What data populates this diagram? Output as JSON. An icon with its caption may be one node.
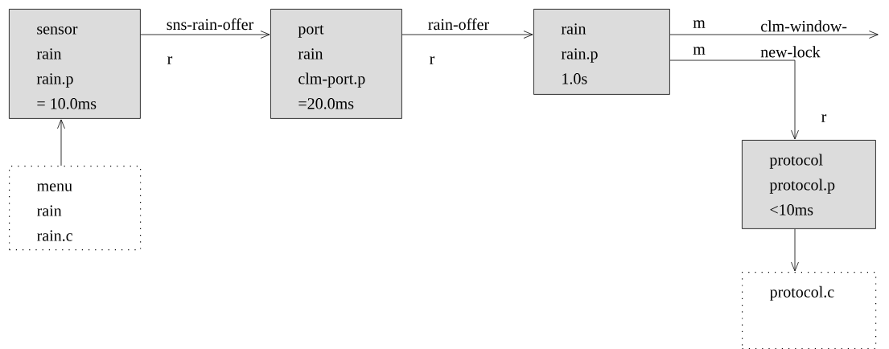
{
  "diagram": {
    "nodes": [
      {
        "text": [
          "sensor",
          "rain",
          "rain.p",
          "= 10.0ms"
        ]
      },
      {
        "text": [
          "port",
          "rain",
          "clm-port.p",
          "=20.0ms"
        ]
      },
      {
        "text": [
          "rain",
          "rain.p",
          "1.0s"
        ]
      },
      {
        "text": [
          "clm-window-new-lock"
        ]
      },
      {
        "text": [
          "protocol",
          "protocol.p",
          "<10ms"
        ]
      },
      {
        "text": [
          "menu",
          "rain",
          "rain.c"
        ]
      },
      {
        "text": [
          "protocol.c"
        ]
      }
    ],
    "edges": [
      {
        "from": 0,
        "to": 1,
        "arrow": "to",
        "label": "sns-rain-offer"
      },
      {
        "from": 1,
        "to": 2,
        "arrow": "to",
        "label": "rain-offer"
      },
      {
        "from": 2,
        "to": 3,
        "arrow": "to",
        "label": "m"
      },
      {
        "from": 2,
        "to": 4,
        "arrow": "to",
        "label": "m"
      },
      {
        "from": 5,
        "to": 0,
        "arrow": "to"
      },
      {
        "from": 4,
        "to": 6,
        "arrow": "to"
      }
    ],
    "labels": [
      "r",
      "r",
      "r"
    ]
  }
}
